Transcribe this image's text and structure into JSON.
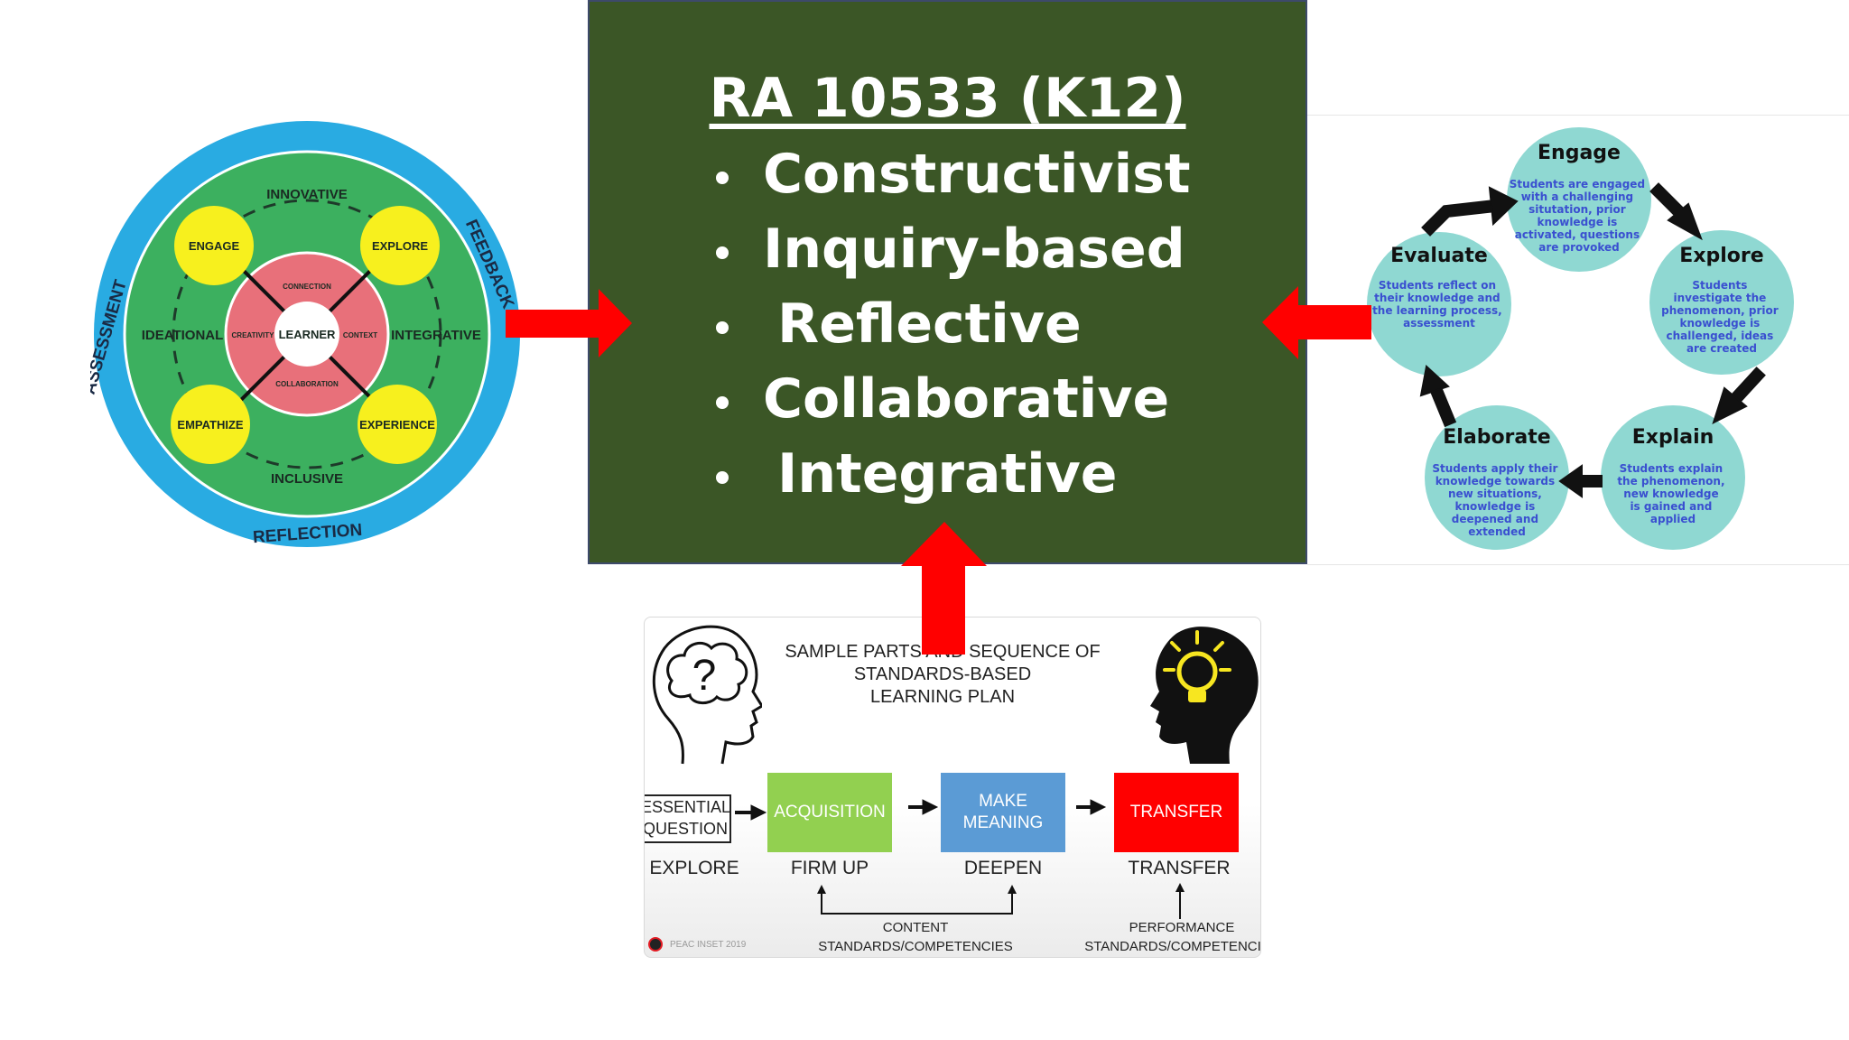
{
  "center": {
    "title": "RA 10533 (K12)",
    "bullets": [
      "Constructivist",
      "Inquiry-based",
      "Reflective",
      "Collaborative",
      "Integrative"
    ]
  },
  "left_wheel": {
    "outer_labels": {
      "top": "ASSESSMENT",
      "right": "FEEDBACK",
      "bottom": "REFLECTION"
    },
    "ring_labels": {
      "top": "INNOVATIVE",
      "left": "IDEATIONAL",
      "right": "INTEGRATIVE",
      "bottom": "INCLUSIVE"
    },
    "nodes": [
      "ENGAGE",
      "EXPLORE",
      "EMPATHIZE",
      "EXPERIENCE"
    ],
    "inner_labels": {
      "top": "CONNECTION",
      "left": "CREATIVITY",
      "right": "CONTEXT",
      "bottom": "COLLABORATION"
    },
    "center": "LEARNER",
    "colors": {
      "outer": "#29abe2",
      "ring": "#3cb05f",
      "node": "#f7f01e",
      "inner": "#e8707a"
    }
  },
  "cycle_5e": {
    "stages": [
      {
        "title": "Engage",
        "desc": [
          "Students are engaged",
          "with a challenging",
          "situtation, prior",
          "knowledge is",
          "activated, questions",
          "are provoked"
        ]
      },
      {
        "title": "Explore",
        "desc": [
          "Students",
          "investigate the",
          "phenomenon, prior",
          "knowledge is",
          "challenged, ideas",
          "are created"
        ]
      },
      {
        "title": "Explain",
        "desc": [
          "Students explain",
          "the phenomenon,",
          "new knowledge",
          "is gained and",
          "applied"
        ]
      },
      {
        "title": "Elaborate",
        "desc": [
          "Students apply their",
          "knowledge towards",
          "new situations,",
          "knowledge is",
          "deepened and",
          "extended"
        ]
      },
      {
        "title": "Evaluate",
        "desc": [
          "Students reflect on",
          "their knowledge and",
          "the learning process,",
          "assessment"
        ]
      }
    ],
    "colors": {
      "circle": "#8fd8d2",
      "desc": "#3a4fd0",
      "title": "#111111"
    }
  },
  "plan": {
    "title": [
      "SAMPLE PARTS AND SEQUENCE OF",
      "STANDARDS-BASED",
      "LEARNING PLAN"
    ],
    "essential": [
      "ESSENTIAL",
      "QUESTION"
    ],
    "acquisition": "ACQUISITION",
    "make_meaning": [
      "MAKE",
      "MEANING"
    ],
    "transfer_box": "TRANSFER",
    "stages": [
      "EXPLORE",
      "FIRM UP",
      "DEEPEN",
      "TRANSFER"
    ],
    "content_std": [
      "CONTENT",
      "STANDARDS/COMPETENCIES"
    ],
    "performance_std": [
      "PERFORMANCE",
      "STANDARDS/COMPETENCIES"
    ],
    "footer": "PEAC INSET 2019",
    "colors": {
      "acquisition": "#92d050",
      "make_meaning": "#5b9bd5",
      "transfer": "#ff0000"
    }
  },
  "arrow_color": "#ff0000"
}
